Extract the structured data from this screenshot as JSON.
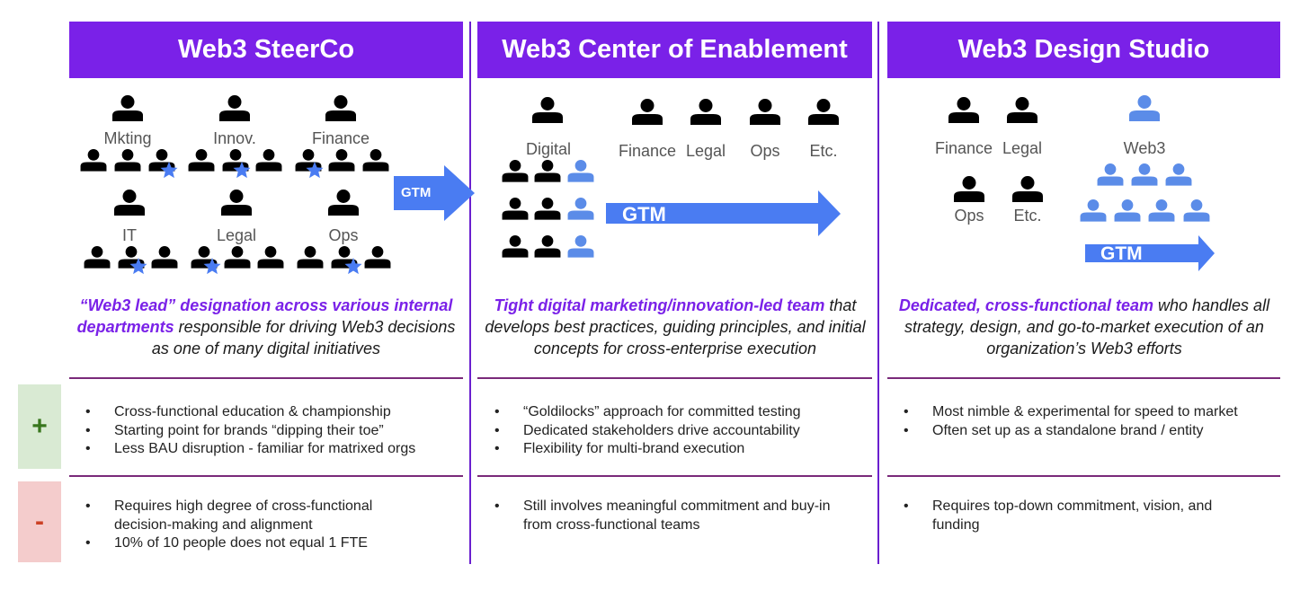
{
  "colors": {
    "purple": "#7a21e8",
    "blue": "#4a7cf2",
    "light_blue": "#5b8ce8",
    "plus_bg": "#d9ead3",
    "minus_bg": "#f4cccc",
    "plus_fg": "#38761d",
    "minus_fg": "#cc4125"
  },
  "columns": [
    {
      "title": "Web3 SteerCo",
      "groups": [
        "Mkting",
        "Innov.",
        "Finance",
        "IT",
        "Legal",
        "Ops"
      ],
      "gtm_label": "GTM",
      "desc_highlight": "“Web3 lead” designation across various internal departments",
      "desc_rest": " responsible for driving Web3 decisions as one of many digital initiatives",
      "pros": [
        "Cross-functional education & championship",
        "Starting point for brands “dipping their toe”",
        "Less BAU disruption - familiar for matrixed orgs"
      ],
      "cons": [
        "Requires high degree of cross-functional decision-making and alignment",
        "10% of 10 people does not equal 1 FTE"
      ]
    },
    {
      "title": "Web3 Center of Enablement",
      "groups": [
        "Digital",
        "Finance",
        "Legal",
        "Ops",
        "Etc."
      ],
      "gtm_label": "GTM",
      "desc_highlight": "Tight digital marketing/innovation-led team",
      "desc_rest": " that develops best practices, guiding principles, and initial concepts for cross-enterprise execution",
      "pros": [
        "“Goldilocks” approach for committed testing",
        "Dedicated stakeholders drive accountability",
        "Flexibility for multi-brand execution"
      ],
      "cons": [
        "Still involves meaningful commitment and buy-in from cross-functional teams"
      ]
    },
    {
      "title": "Web3 Design Studio",
      "groups": [
        "Finance",
        "Legal",
        "Ops",
        "Etc.",
        "Web3"
      ],
      "gtm_label": "GTM",
      "desc_highlight": "Dedicated, cross-functional team",
      "desc_rest": " who handles all strategy, design, and go-to-market execution of an organization’s Web3 efforts",
      "pros": [
        "Most nimble & experimental for speed to market",
        "Often set up as a standalone brand / entity"
      ],
      "cons": [
        "Requires top-down commitment, vision, and funding"
      ]
    }
  ],
  "side": {
    "plus": "+",
    "minus": "-"
  },
  "icons": {
    "person": "person-icon",
    "star": "star-icon",
    "arrow": "arrow-icon"
  }
}
